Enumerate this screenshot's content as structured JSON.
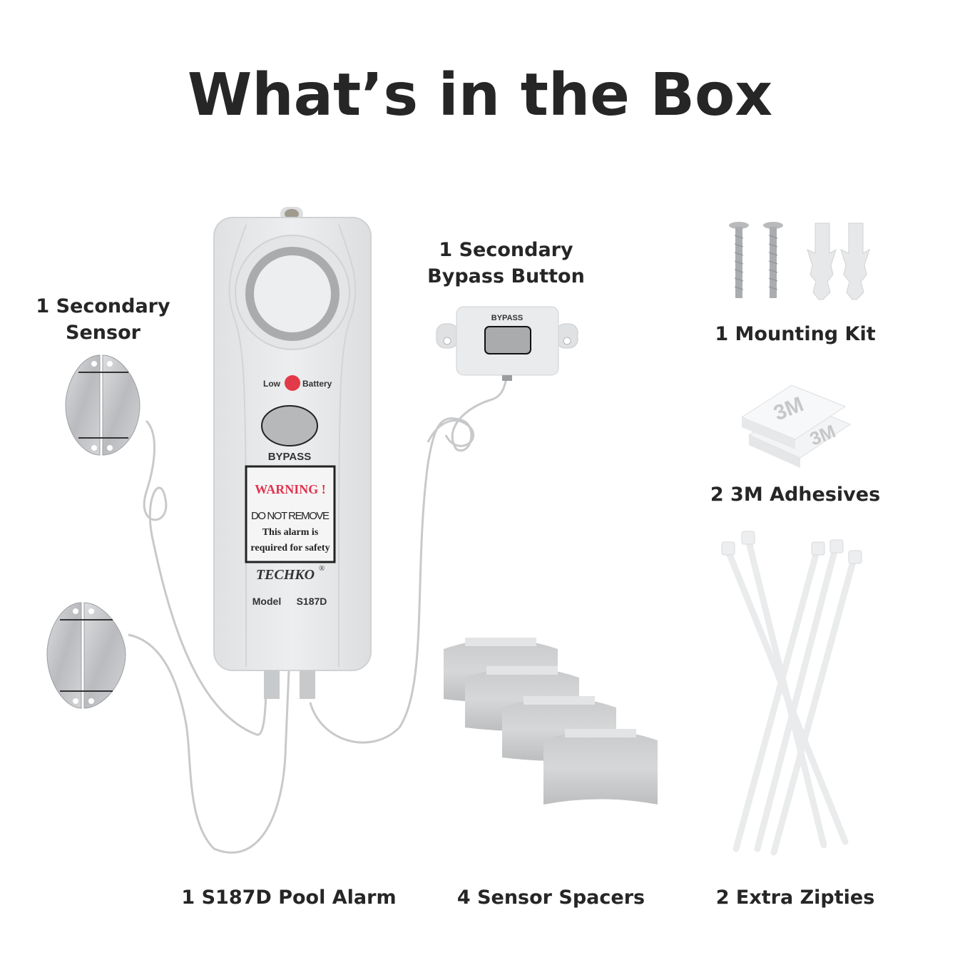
{
  "title": "What’s in the Box",
  "items": {
    "sensor": {
      "label_line1": "1 Secondary",
      "label_line2": "Sensor"
    },
    "bypass_button": {
      "label_line1": "1 Secondary",
      "label_line2": "Bypass Button",
      "device_text": "BYPASS"
    },
    "mounting_kit": {
      "label": "1 Mounting Kit"
    },
    "adhesives": {
      "label": "2 3M Adhesives",
      "print": "3M"
    },
    "pool_alarm": {
      "label": "1 S187D Pool Alarm"
    },
    "spacers": {
      "label": "4 Sensor Spacers"
    },
    "zipties": {
      "label": "2 Extra Zipties"
    }
  },
  "device": {
    "low_label": "Low",
    "battery_label": "Battery",
    "bypass_label": "BYPASS",
    "warning_title": "WARNING !",
    "warning_line1": "DO NOT REMOVE",
    "warning_line2": "This alarm is",
    "warning_line3": "required for safety",
    "brand": "TECHKO",
    "brand_mark": "®",
    "model_label": "Model",
    "model_value": "S187D"
  },
  "colors": {
    "text": "#262626",
    "device_body": "#e8eaeb",
    "device_gray": "#a9abad",
    "warning_red": "#e0334f",
    "led_red": "#e23a48"
  }
}
